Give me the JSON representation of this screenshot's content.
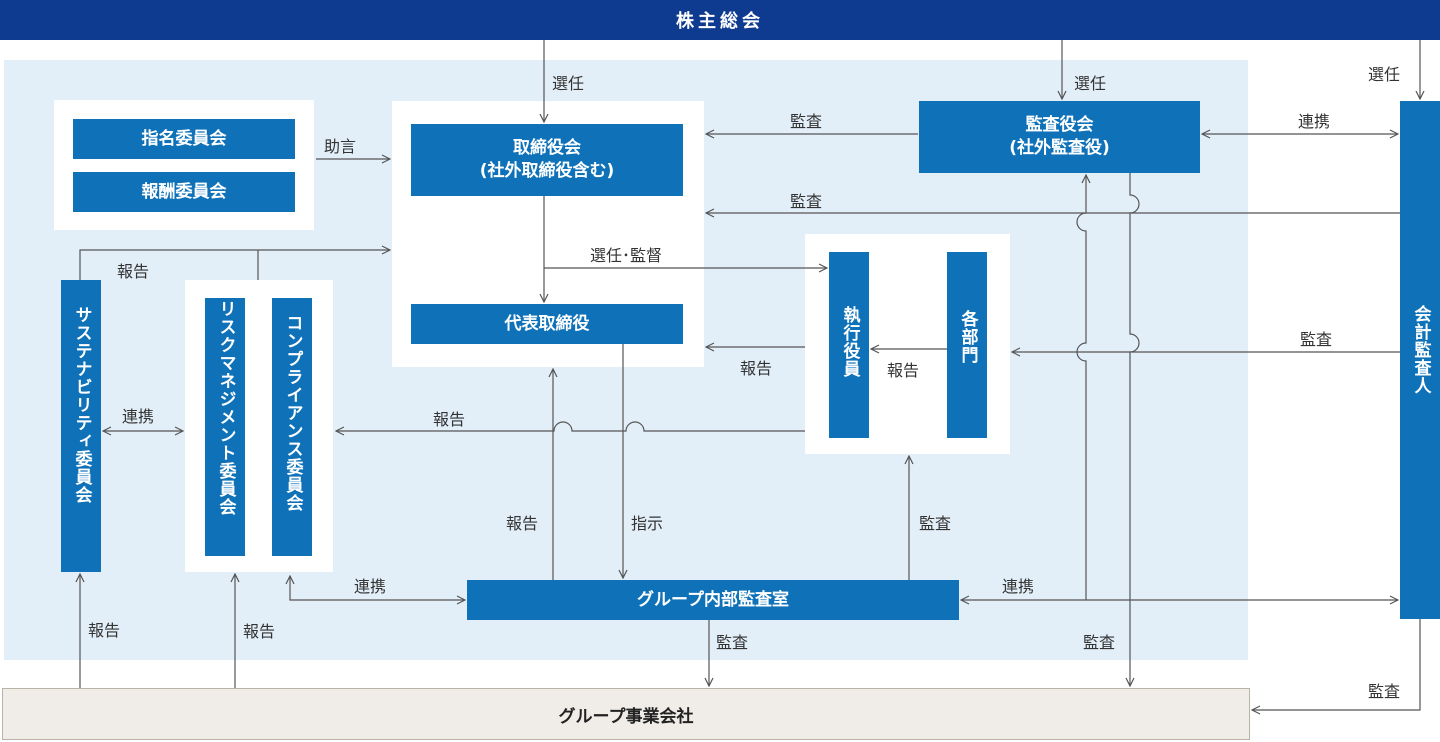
{
  "header": {
    "title": "株主総会"
  },
  "footer": {
    "title": "グループ事業会社"
  },
  "boxes": {
    "nomination": "指名委員会",
    "compensation": "報酬委員会",
    "board": "取締役会\n(社外取締役含む)",
    "audit_board": "監査役会\n(社外監査役)",
    "president": "代表取締役",
    "executive_officers": "執行役員",
    "departments": "各部門",
    "sustainability": "サステナビリティ委員会",
    "risk_management": "リスクマネジメント委員会",
    "compliance": "コンプライアンス委員会",
    "internal_audit": "グループ内部監査室",
    "accounting_auditor": "会計監査人"
  },
  "labels": {
    "elect_board": "選任",
    "elect_audit": "選任",
    "elect_auditor": "選任",
    "advice": "助言",
    "audit_board_to_board": "監査",
    "cooperation_audit_auditor": "連携",
    "auditor_to_board": "監査",
    "elect_supervise": "選任･監督",
    "report_sustainability": "報告",
    "report_exec_to_president": "報告",
    "report_dept_to_exec": "報告",
    "auditor_to_depts": "監査",
    "cooperation_sustain_risk": "連携",
    "report_to_compliance": "報告",
    "report_internal_to_president": "報告",
    "instruction": "指示",
    "audit_internal_to_exec": "監査",
    "cooperation_compliance_internal": "連携",
    "cooperation_internal_auditor": "連携",
    "report_group_sustain": "報告",
    "report_group_risk": "報告",
    "audit_internal_to_group": "監査",
    "audit_board_to_group": "監査",
    "audit_auditor_to_group": "監査"
  }
}
